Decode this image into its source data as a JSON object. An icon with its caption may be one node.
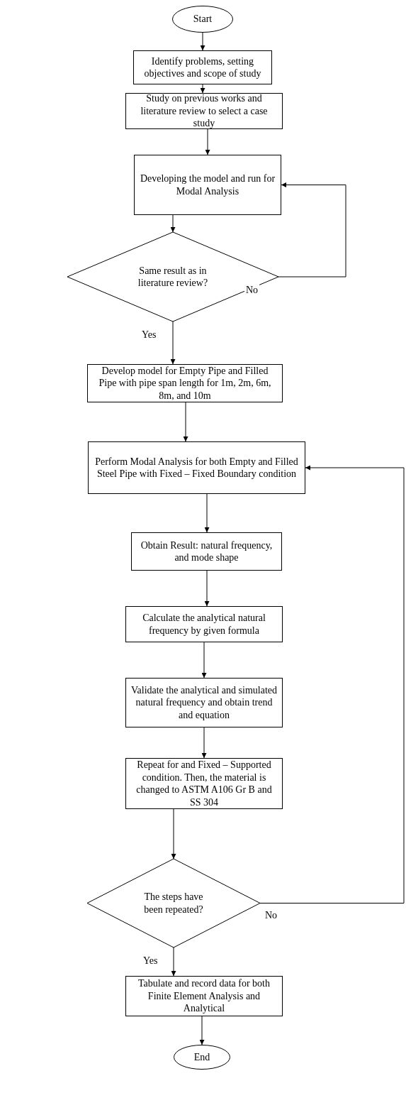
{
  "diagram": {
    "nodes": [
      {
        "text": [
          "Start"
        ]
      },
      {
        "text": [
          "Identify problems, setting objectives and scope of study"
        ]
      },
      {
        "text": [
          "Study on previous works and literature review to select a case study"
        ]
      },
      {
        "text": [
          "Developing the model and run for Modal Analysis"
        ]
      },
      {
        "text": [
          "Same result as in literature review?"
        ]
      },
      {
        "text": [
          "Develop model for Empty Pipe and Filled Pipe with pipe span length for 1m, 2m, 6m, 8m, and 10m"
        ]
      },
      {
        "text": [
          "Perform Modal Analysis for both Empty and Filled Steel Pipe with Fixed – Fixed Boundary condition"
        ]
      },
      {
        "text": [
          "Obtain Result: natural frequency, and mode shape"
        ]
      },
      {
        "text": [
          "Calculate the analytical natural frequency by given formula"
        ]
      },
      {
        "text": [
          "Validate the analytical and simulated natural frequency and obtain trend and equation"
        ]
      },
      {
        "text": [
          "Repeat for and Fixed – Supported condition. Then, the material is changed to ASTM A106 Gr B and SS 304"
        ]
      },
      {
        "text": [
          "The steps have been repeated?"
        ]
      },
      {
        "text": [
          "Tabulate and record data for both Finite Element Analysis and Analytical"
        ]
      },
      {
        "text": [
          "End"
        ]
      }
    ],
    "edges": [
      {
        "from": 0,
        "to": 1,
        "arrow": "to"
      },
      {
        "from": 1,
        "to": 2,
        "arrow": "to"
      },
      {
        "from": 2,
        "to": 3,
        "arrow": "to"
      },
      {
        "from": 3,
        "to": 4,
        "arrow": "to"
      },
      {
        "from": 4,
        "to": 3,
        "label": "No",
        "arrow": "to"
      },
      {
        "from": 4,
        "to": 5,
        "label": "Yes",
        "arrow": "to"
      },
      {
        "from": 5,
        "to": 6,
        "arrow": "to"
      },
      {
        "from": 6,
        "to": 7,
        "arrow": "to"
      },
      {
        "from": 7,
        "to": 8,
        "arrow": "to"
      },
      {
        "from": 8,
        "to": 9,
        "arrow": "to"
      },
      {
        "from": 9,
        "to": 10,
        "arrow": "to"
      },
      {
        "from": 10,
        "to": 11,
        "arrow": "to"
      },
      {
        "from": 11,
        "to": 6,
        "label": "No",
        "arrow": "to"
      },
      {
        "from": 11,
        "to": 12,
        "label": "Yes",
        "arrow": "to"
      },
      {
        "from": 12,
        "to": 13,
        "arrow": "to"
      }
    ]
  }
}
